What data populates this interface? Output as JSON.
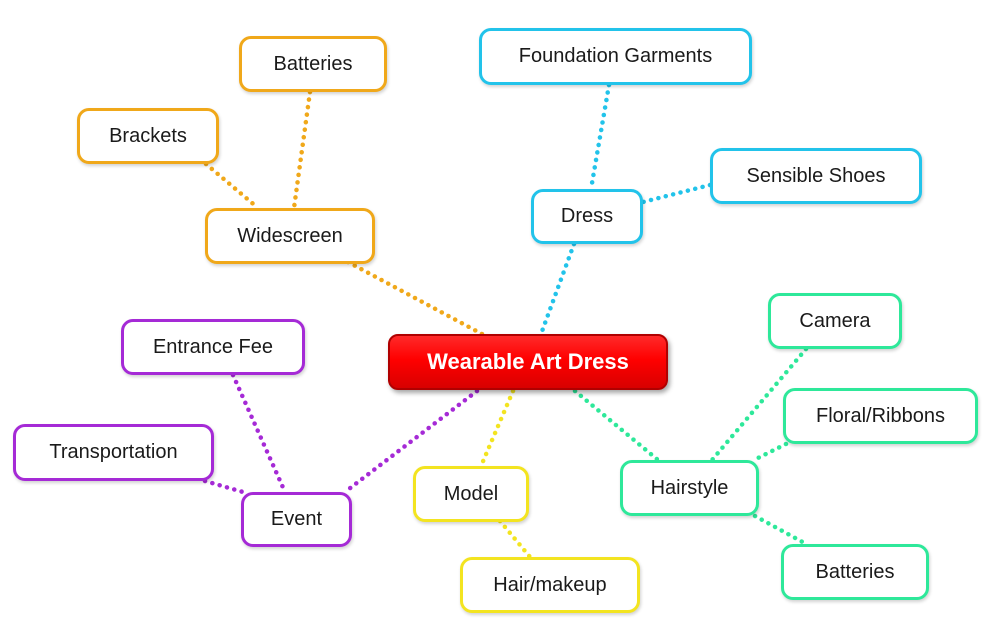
{
  "map": {
    "center": "Wearable Art Dress",
    "widescreen": {
      "label": "Widescreen",
      "children": [
        "Batteries",
        "Brackets"
      ]
    },
    "dress": {
      "label": "Dress",
      "children": [
        "Foundation Garments",
        "Sensible Shoes"
      ]
    },
    "event": {
      "label": "Event",
      "children": [
        "Entrance Fee",
        "Transportation"
      ]
    },
    "model": {
      "label": "Model",
      "children": [
        "Hair/makeup"
      ]
    },
    "hairstyle": {
      "label": "Hairstyle",
      "children": [
        "Camera",
        "Floral/Ribbons",
        "Batteries"
      ]
    }
  },
  "colors": {
    "center": "#ff0000",
    "widescreen": "#f0a81a",
    "dress": "#22c3ea",
    "event": "#a52ad6",
    "model": "#f3e420",
    "hairstyle": "#2ee89a"
  }
}
